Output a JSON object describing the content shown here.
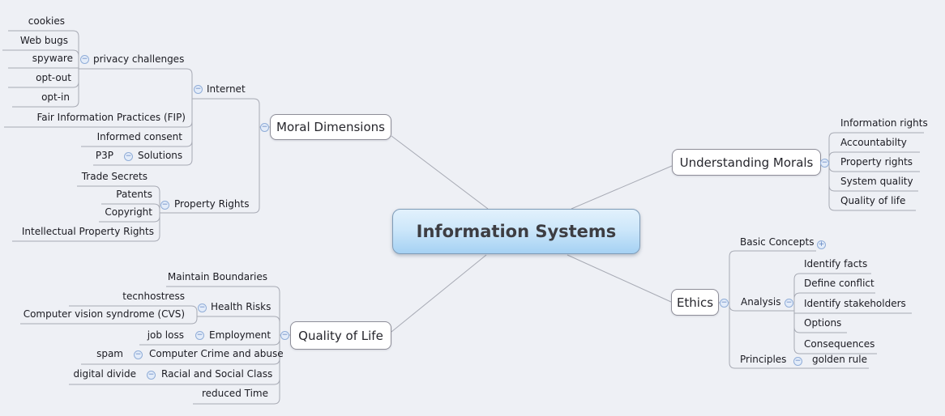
{
  "diagram_type": "mindmap",
  "icons": {
    "collapse": "−",
    "expand": "+"
  },
  "colors": {
    "canvas_bg": "#eef0f5",
    "connector_line": "#a7aab4",
    "node_text": "#1b1b22",
    "topic_box_border": "#8e8e99",
    "topic_box_fill": "#ffffff",
    "central_gradient_top": "#e2f1fc",
    "central_gradient_bottom": "#a5d1f3",
    "central_text": "#3d3d42",
    "icon_fill": "#e3ecf9",
    "icon_border": "#90add8"
  },
  "map": {
    "root": "Information Systems",
    "moral": {
      "label": "Moral Dimensions",
      "internet": {
        "label": "Internet",
        "privacy": {
          "label": "privacy challenges",
          "cookies": "cookies",
          "web_bugs": "Web bugs",
          "spyware": "spyware",
          "opt_out": "opt-out",
          "opt_in": "opt-in"
        },
        "fip": "Fair Information Practices (FIP)",
        "informed_consent": "Informed consent",
        "solutions": {
          "label": "Solutions",
          "p3p": "P3P"
        }
      },
      "property": {
        "label": "Property Rights",
        "trade_secrets": "Trade Secrets",
        "patents": "Patents",
        "copyright": "Copyright",
        "ipr": "Intellectual Property Rights"
      }
    },
    "understanding": {
      "label": "Understanding Morals",
      "information_rights": "Information rights",
      "accountability": "Accountabilty",
      "property_rights": "Property rights",
      "system_quality": "System quality",
      "quality_of_life": "Quality of life"
    },
    "ethics": {
      "label": "Ethics",
      "basic_concepts": "Basic Concepts",
      "analysis": {
        "label": "Analysis",
        "identify_facts": "Identify facts",
        "define_conflict": "Define conflict",
        "identify_stakeholders": "Identify stakeholders",
        "options": "Options",
        "consequences": "Consequences"
      },
      "principles": {
        "label": "Principles",
        "golden_rule": "golden rule"
      }
    },
    "quality": {
      "label": "Quality of Life",
      "maintain_boundaries": "Maintain Boundaries",
      "health": {
        "label": "Health Risks",
        "technostress": "tecnhostress",
        "cvs": "Computer vision syndrome (CVS)"
      },
      "employment": {
        "label": "Employment",
        "job_loss": "job loss"
      },
      "crime": {
        "label": "Computer Crime and abuse",
        "spam": "spam"
      },
      "racial": {
        "label": "Racial and Social Class",
        "digital_divide": "digital divide"
      },
      "reduced_time": "reduced Time"
    }
  }
}
